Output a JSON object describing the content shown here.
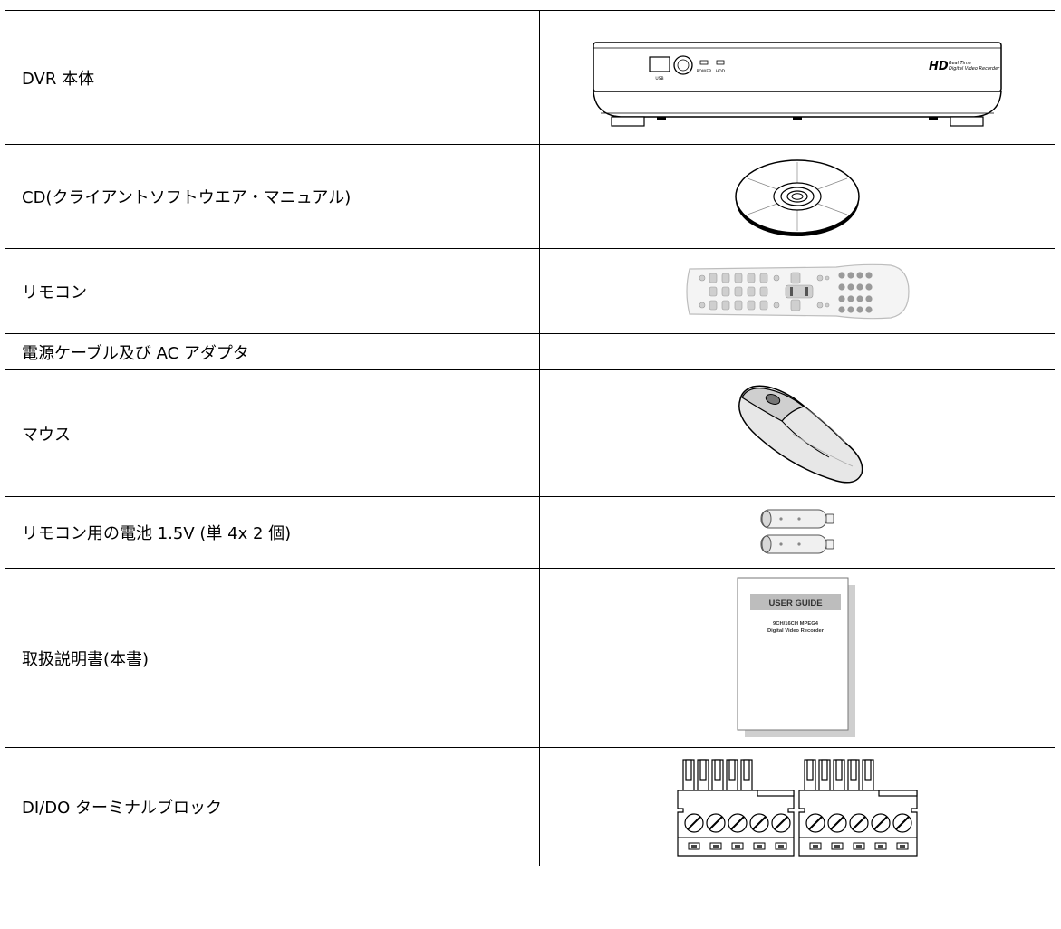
{
  "items": [
    {
      "label": "DVR 本体",
      "icon": "dvr-unit-icon",
      "dvr": {
        "usb": "USB",
        "power": "POWER",
        "hdd": "HDD",
        "hd": "HD",
        "brand1": "Real Time",
        "brand2": "Digital Video Recorder"
      }
    },
    {
      "label": "CD(クライアントソフトウエア・マニュアル)",
      "icon": "cd-disc-icon"
    },
    {
      "label": "リモコン",
      "icon": "remote-control-icon"
    },
    {
      "label": "電源ケーブル及び AC アダプタ",
      "icon": ""
    },
    {
      "label": "マウス",
      "icon": "mouse-icon"
    },
    {
      "label": "リモコン用の電池 1.5V (単 4x 2 個)",
      "icon": "battery-icon"
    },
    {
      "label": "取扱説明書(本書)",
      "icon": "manual-book-icon",
      "manual": {
        "title": "USER GUIDE",
        "line1": "9CH/16CH MPEG4",
        "line2": "Digital Video Recorder"
      }
    },
    {
      "label": "DI/DO ターミナルブロック",
      "icon": "terminal-block-icon"
    }
  ]
}
